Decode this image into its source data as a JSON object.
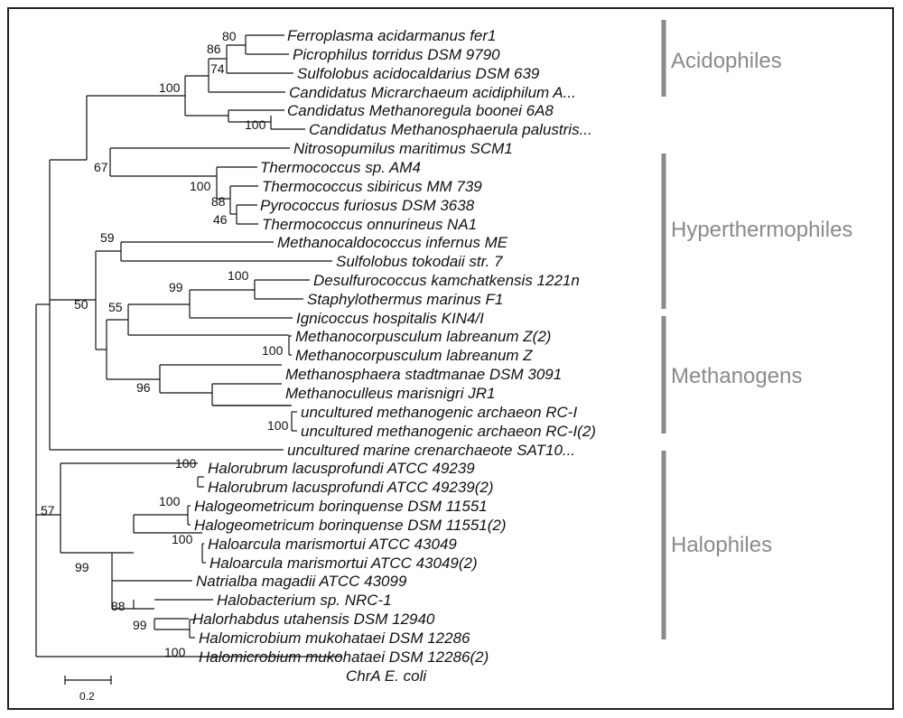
{
  "taxa": [
    "Ferroplasma acidarmanus fer1",
    "Picrophilus torridus DSM 9790",
    "Sulfolobus acidocaldarius DSM 639",
    "Candidatus Micrarchaeum acidiphilum A...",
    "Candidatus Methanoregula boonei 6A8",
    "Candidatus Methanosphaerula palustris...",
    "Nitrosopumilus maritimus SCM1",
    "Thermococcus sp. AM4",
    "Thermococcus sibiricus MM 739",
    "Pyrococcus furiosus DSM 3638",
    "Thermococcus onnurineus NA1",
    "Methanocaldococcus infernus ME",
    "Sulfolobus tokodaii str. 7",
    "Desulfurococcus kamchatkensis 1221n",
    "Staphylothermus marinus F1",
    "Ignicoccus hospitalis KIN4/I",
    "Methanocorpusculum labreanum Z(2)",
    "Methanocorpusculum labreanum Z",
    "Methanosphaera stadtmanae DSM 3091",
    "Methanoculleus marisnigri JR1",
    "uncultured methanogenic archaeon RC-I",
    "uncultured methanogenic archaeon RC-I(2)",
    "uncultured marine crenarchaeote SAT10...",
    "Halorubrum lacusprofundi ATCC 49239",
    "Halorubrum lacusprofundi ATCC 49239(2)",
    "Halogeometricum borinquense DSM 11551",
    "Halogeometricum borinquense DSM 11551(2)",
    "Haloarcula marismortui ATCC 43049",
    "Haloarcula marismortui ATCC 43049(2)",
    "Natrialba magadii ATCC 43099",
    "Halobacterium sp. NRC-1",
    "Halorhabdus utahensis DSM 12940",
    "Halomicrobium mukohataei DSM 12286",
    "Halomicrobium mukohataei DSM 12286(2)",
    "ChrA E. coli"
  ],
  "bootstrap": [
    "80",
    "86",
    "74",
    "100",
    "100",
    "67",
    "100",
    "88",
    "46",
    "59",
    "100",
    "99",
    "55",
    "50",
    "100",
    "96",
    "100",
    "100",
    "100",
    "57",
    "100",
    "99",
    "88",
    "99",
    "100"
  ],
  "groups": [
    "Acidophiles",
    "Hyperthermophiles",
    "Methanogens",
    "Halophiles"
  ],
  "scale_label": "0.2"
}
